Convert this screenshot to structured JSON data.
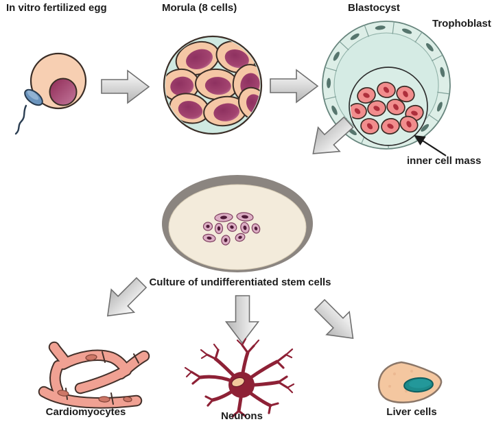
{
  "figure": {
    "description_labels": {
      "egg": "In vitro fertilized egg",
      "morula": "Morula (8 cells)",
      "blastocyst": "Blastocyst",
      "trophoblast": "Trophoblast",
      "inner_cell_mass": "inner cell mass",
      "culture": "Culture of undifferentiated stem cells",
      "cardiomyocytes": "Cardiomyocytes",
      "neurons": "Neurons",
      "liver_cells": "Liver cells"
    },
    "colors": {
      "background": "#ffffff",
      "label_text": "#1b1b1b",
      "egg_cytoplasm": "#f7cfb2",
      "egg_nucleus_dark": "#8e2a55",
      "egg_nucleus_light": "#c4789c",
      "sperm_blue": "#6b94bd",
      "morula_halo_teal": "#cfe9e1",
      "morula_cell_peach": "#f5c7a5",
      "morula_nucleus_pink": "#a13a64",
      "blastocyst_ring_teal": "#ddeee7",
      "blastocyst_interior_teal": "#d5ebe4",
      "trophoblast_nucleus_teal": "#56756d",
      "icm_cell_pink": "#f18d8d",
      "icm_nucleus_red": "#ae2f3c",
      "flow_arrow_light": "#fdfdfd",
      "flow_arrow_dark": "#b5b5b5",
      "flow_arrow_edge": "#6f6f6f",
      "dish_rim_gray": "#8b8580",
      "dish_medium_cream": "#f3ebdb",
      "stem_cell_pink": "#dcaec4",
      "stem_cell_nucleus": "#4f1b38",
      "cardiomyocyte_pink": "#f0a193",
      "cardiomyocyte_outline": "#43302a",
      "cardiomyocyte_nucleus": "#cd7767",
      "neuron_maroon": "#8e2136",
      "neuron_nucleus_peach": "#f2c79c",
      "liver_cell_peach": "#f4c7a0",
      "liver_cell_outline": "#8a7668",
      "liver_nucleus_teal": "#1d8b8b",
      "pointer_arrow_black": "#1a1a1a"
    }
  }
}
